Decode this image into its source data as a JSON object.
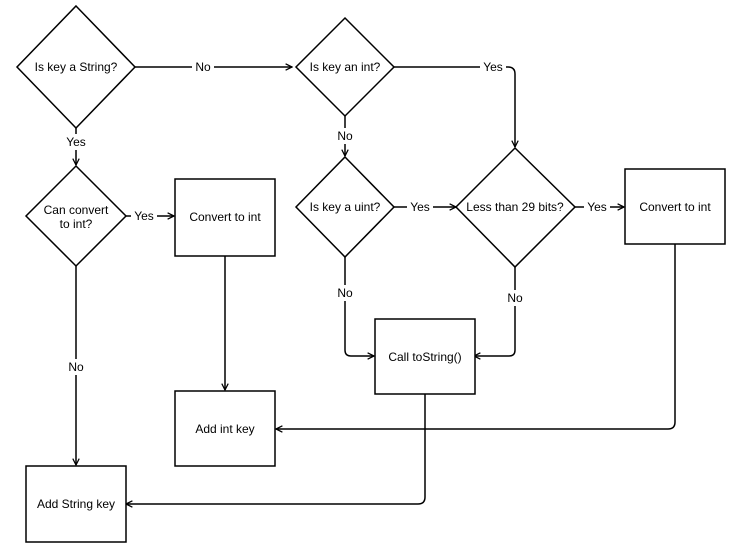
{
  "nodes": {
    "is_string": {
      "text": [
        "Is key a String?"
      ]
    },
    "is_int": {
      "text": [
        "Is key an int?"
      ]
    },
    "can_convert": {
      "text": [
        "Can convert",
        "to int?"
      ]
    },
    "convert_int_1": {
      "text": [
        "Convert to int"
      ]
    },
    "is_uint": {
      "text": [
        "Is key a uint?"
      ]
    },
    "less_29": {
      "text": [
        "Less than 29 bits?"
      ]
    },
    "convert_int_2": {
      "text": [
        "Convert to int"
      ]
    },
    "call_tostring": {
      "text": [
        "Call toString()"
      ]
    },
    "add_int": {
      "text": [
        "Add int key"
      ]
    },
    "add_string": {
      "text": [
        "Add String key"
      ]
    }
  },
  "edges": {
    "string_no": "No",
    "int_yes": "Yes",
    "string_yes": "Yes",
    "int_no": "No",
    "convert_yes": "Yes",
    "uint_yes": "Yes",
    "bits_yes": "Yes",
    "uint_no": "No",
    "bits_no": "No",
    "convert_no": "No"
  },
  "colors": {
    "stroke": "#000000",
    "fill": "#ffffff"
  }
}
